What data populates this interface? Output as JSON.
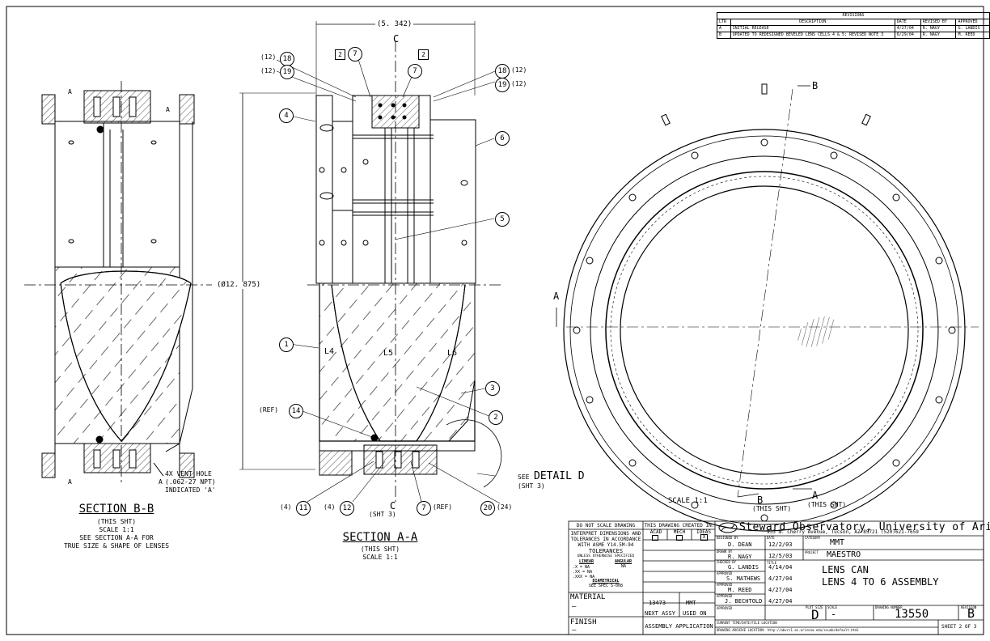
{
  "revisions": {
    "title": "REVISIONS",
    "headers": [
      "LTR",
      "DESCRIPTION",
      "DATE",
      "REVISED BY",
      "APPROVED"
    ],
    "rows": [
      [
        "A",
        "INITIAL RELEASE",
        "4/27/04",
        "R. NAGY",
        "G. LANDIS"
      ],
      [
        "B",
        "UPDATED TO REDESIGNED BEVELED LENS CELLS 4 & 5; REVISED NOTE 3",
        "6/29/04",
        "R. NAGY",
        "M. REED"
      ]
    ]
  },
  "dimensions": {
    "width": "(5. 342)",
    "diameter": "(Ø12. 875)"
  },
  "section_labels": {
    "c_top": "C",
    "c_bottom": "C",
    "c_bottom_sheet": "(SHT 3)",
    "a_left": "A",
    "a_bottom": "A",
    "a_bottom_note": "(THIS SHT)",
    "b_top": "B",
    "b_bottom": "B",
    "b_bottom_note": "(THIS SHT)",
    "bb_a_top_left": "A",
    "bb_a_top_right": "A",
    "bb_a_bottom_left": "A",
    "bb_a_bottom_right": "A"
  },
  "lens_labels": {
    "l4": "L4",
    "l5": "L5",
    "l6": "L6"
  },
  "balloons": {
    "b1": "1",
    "b2": "2",
    "b3": "3",
    "b4": "4",
    "b5": "5",
    "b6": "6",
    "b7a": "7",
    "b7b": "7",
    "b7c": "7",
    "b11": "11",
    "b12": "12",
    "b14": "14",
    "b18a": "18",
    "b18b": "18",
    "b19a": "19",
    "b19b": "19",
    "b20": "20",
    "sq2a": "2",
    "sq2b": "2"
  },
  "qty_notes": {
    "q18a": "(12)",
    "q19a": "(12)",
    "q18b": "(12)",
    "q19b": "(12)",
    "ref14": "(REF)",
    "q11": "(4)",
    "q12": "(4)",
    "ref7": "(REF)",
    "q20": "(24)"
  },
  "detail": {
    "see": "SEE",
    "name": "DETAIL D",
    "sheet": "(SHT 3)"
  },
  "section_bb": {
    "vent_note": [
      "4X VENT HOLE",
      "(.062-27 NPT)",
      "INDICATED 'A'"
    ],
    "title": "SECTION B-B",
    "lines": [
      "(THIS SHT)",
      "SCALE 1:1",
      "SEE SECTION A-A FOR",
      "TRUE SIZE & SHAPE OF LENSES"
    ]
  },
  "section_aa": {
    "title": "SECTION A-A",
    "lines": [
      "(THIS SHT)",
      "SCALE 1:1"
    ]
  },
  "end_view": {
    "scale": "SCALE 1:1"
  },
  "title_block": {
    "do_not_scale": "DO NOT SCALE DRAWING",
    "interpret": [
      "INTERPRET DIMENSIONS AND",
      "TOLERANCES IN ACCORDANCE",
      "WITH ASME Y14.5M-94"
    ],
    "tolerances_title": "TOLERANCES",
    "tolerances_unless": "UNLESS OTHERWISE SPECIFIED",
    "linear_label": "LINEAR",
    "angular_label": "ANGULAR",
    "tol_rows": [
      ".X  = NA",
      ".XX  = NA",
      ".XXX = NA"
    ],
    "angular_value": "NA",
    "diametrical_label": "DIAMETRICAL",
    "diametrical_spec": "SEE SPEC S-008",
    "material_label": "MATERIAL",
    "material_value": "–",
    "finish_label": "FINISH",
    "finish_value": "–",
    "created_in": "THIS DRAWING CREATED IN:",
    "cad_options": [
      "ACAD",
      "MECH",
      "IDEAS"
    ],
    "cad_checked_mark": "X",
    "next_assy_value": "13473",
    "used_on_value": "MMT",
    "next_assy_label": "NEXT ASSY",
    "used_on_label": "USED ON",
    "assembly_application": "ASSEMBLY APPLICATION",
    "org_name": "Steward Observatory, University of Arizona",
    "org_address": "933 N. Cherry Avenue, Tucson, AZ  85721   (520)621-7659",
    "designed_by_label": "DESIGNED BY",
    "designed_by": "D. DEAN",
    "designed_date": "12/2/03",
    "drawn_by_label": "DRAWN BY",
    "drawn_by": "R. NAGY",
    "drawn_date": "12/5/03",
    "checked_by_label": "CHECKED BY",
    "checked_by": "G. LANDIS",
    "checked_date": "4/14/04",
    "approved_label": "APPROVED",
    "approved_1": "S. MATHEWS",
    "approved_1_date": "4/27/04",
    "approved_2": "M. REED",
    "approved_2_date": "4/27/04",
    "approved_3": "J. BECHTOLD",
    "approved_3_date": "4/27/04",
    "date_label": "DATE",
    "category_label": "CATEGORY",
    "category": "MMT",
    "project_label": "PROJECT",
    "project": "MAESTRO",
    "title_label": "TITLE",
    "title_1": "LENS CAN",
    "title_2": "LENS 4 TO 6 ASSEMBLY",
    "plot_size_label": "PLOT SIZE",
    "plot_size": "D",
    "scale_label": "SCALE",
    "scale": "-",
    "drawing_number_label": "DRAWING NUMBER",
    "drawing_number": "13550",
    "revision_label": "REVISION",
    "revision": "B",
    "current_file_label": "CURRENT TIME/DATE/FILE LOCATION",
    "archive_label": "DRAWING ARCHIVE LOCATION: http://abvrc1.as.arizona.edu/scuab/default.html",
    "sheet": "SHEET 2 OF 3"
  }
}
